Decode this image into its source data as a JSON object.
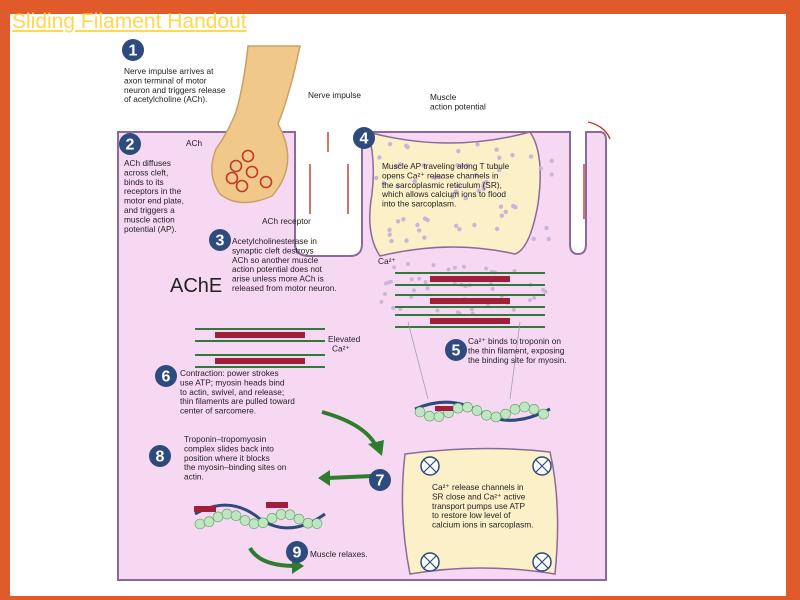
{
  "title": "Sliding Filament Handout",
  "steps": [
    {
      "n": "1",
      "lines": [
        "Nerve impulse arrives at",
        "axon terminal of motor",
        "neuron and triggers release",
        "of acetylcholine (ACh)."
      ]
    },
    {
      "n": "2",
      "lines": [
        "ACh diffuses",
        "across cleft,",
        "binds to its",
        "receptors in the",
        "motor end plate,",
        "and triggers a",
        "muscle action",
        "potential (AP)."
      ]
    },
    {
      "n": "3",
      "lines": [
        "Acetylcholinesterase in",
        "synaptic cleft destroys",
        "ACh so another muscle",
        "action potential does not",
        "arise unless more ACh is",
        "released from motor neuron."
      ]
    },
    {
      "n": "4",
      "lines": [
        "Muscle AP traveling along T tubule",
        "opens Ca²⁺ release channels in",
        "the sarcoplasmic reticulum (SR),",
        "which allows calcium ions to flood",
        "into the sarcoplasm."
      ]
    },
    {
      "n": "5",
      "lines": [
        "Ca²⁺ binds to troponin on",
        "the thin filament, exposing",
        "the binding site for myosin."
      ]
    },
    {
      "n": "6",
      "lines": [
        "Contraction: power strokes",
        "use ATP; myosin heads bind",
        "to actin, swivel, and release;",
        "thin filaments are pulled toward",
        "center of sarcomere."
      ]
    },
    {
      "n": "7",
      "lines": [
        "Ca²⁺ release channels in",
        "SR close and Ca²⁺ active",
        "transport pumps use ATP",
        "to restore low level of",
        "calcium ions in sarcoplasm."
      ]
    },
    {
      "n": "8",
      "lines": [
        "Troponin–tropomyosin",
        "complex slides back into",
        "position where it blocks",
        "the myosin–binding sites on",
        "actin."
      ]
    },
    {
      "n": "9",
      "lines": [
        "Muscle relaxes."
      ]
    }
  ],
  "labels": {
    "ach": "ACh",
    "ach_receptor": "ACh receptor",
    "ache": "AChE",
    "nerve_impulse": "Nerve impulse",
    "muscle_ap": [
      "Muscle",
      "action potential"
    ],
    "ca": "Ca²⁺",
    "elevated": [
      "Elevated",
      "Ca²⁺"
    ]
  },
  "colors": {
    "background": "#e05a2b",
    "title": "#ffd84d",
    "cell": "#f7d8f3",
    "cell_border": "#8a6a9a",
    "sr": "#fbf0c8",
    "axon": "#f0c98a",
    "badge": "#2d4b7c",
    "arrow": "#2e7d2e",
    "thick": "#a0203a",
    "thin": "#2f7a3a",
    "vesicle": "#c0392b"
  }
}
